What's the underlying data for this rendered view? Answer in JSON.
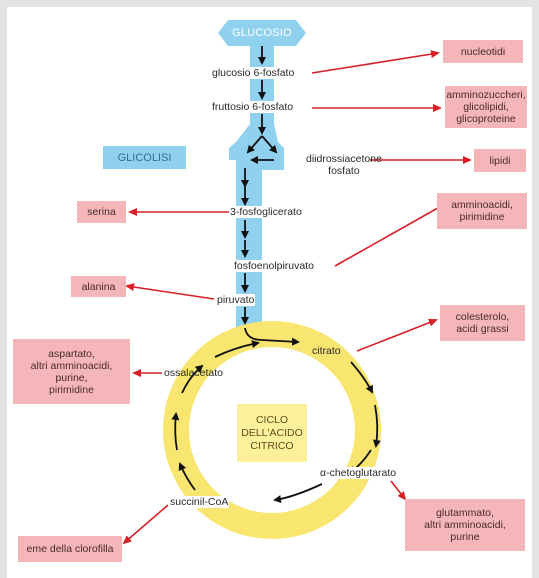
{
  "pathway": {
    "start": "GLUCOSIO",
    "glycolysis_label": "GLICOLISI",
    "cycle_label": "CICLO\nDELL'ACIDO\nCITRICO"
  },
  "metabolites": {
    "g6p": "glucosio 6-fosfato",
    "f6p": "fruttosio 6-fosfato",
    "dhap": "diidrossiacetone\nfosfato",
    "pg3": "3-fosfoglicerato",
    "pep": "fosfoenolpiruvato",
    "pyr": "piruvato",
    "cit": "citrato",
    "oaa": "ossalacetato",
    "akg": "α-chetoglutarato",
    "scoa": "succinil-CoA"
  },
  "products": {
    "nucleotidi": "nucleotidi",
    "amminozuccheri": "amminozuccheri,\nglicolipidi,\nglicoproteine",
    "lipidi": "lipidi",
    "serina": "serina",
    "amminoacidi_pirimidine": "amminoacidi,\npirimidine",
    "alanina": "alanina",
    "colesterolo": "colesterolo,\nacidi grassi",
    "aspartato": "aspartato,\naltri amminoacidi,\npurine,\npirimidine",
    "glutammato": "glutammato,\naltri amminoacidi,\npurine",
    "eme": "eme della clorofilla"
  },
  "colors": {
    "pathway_blue": "#8fd1ef",
    "cycle_yellow": "#fdf09a",
    "cycle_ring": "#f8e670",
    "product_pink": "#f4b6b9",
    "arrow_red": "#d62027",
    "arrow_black": "#111111",
    "frame_gray": "#e3e3e3"
  }
}
